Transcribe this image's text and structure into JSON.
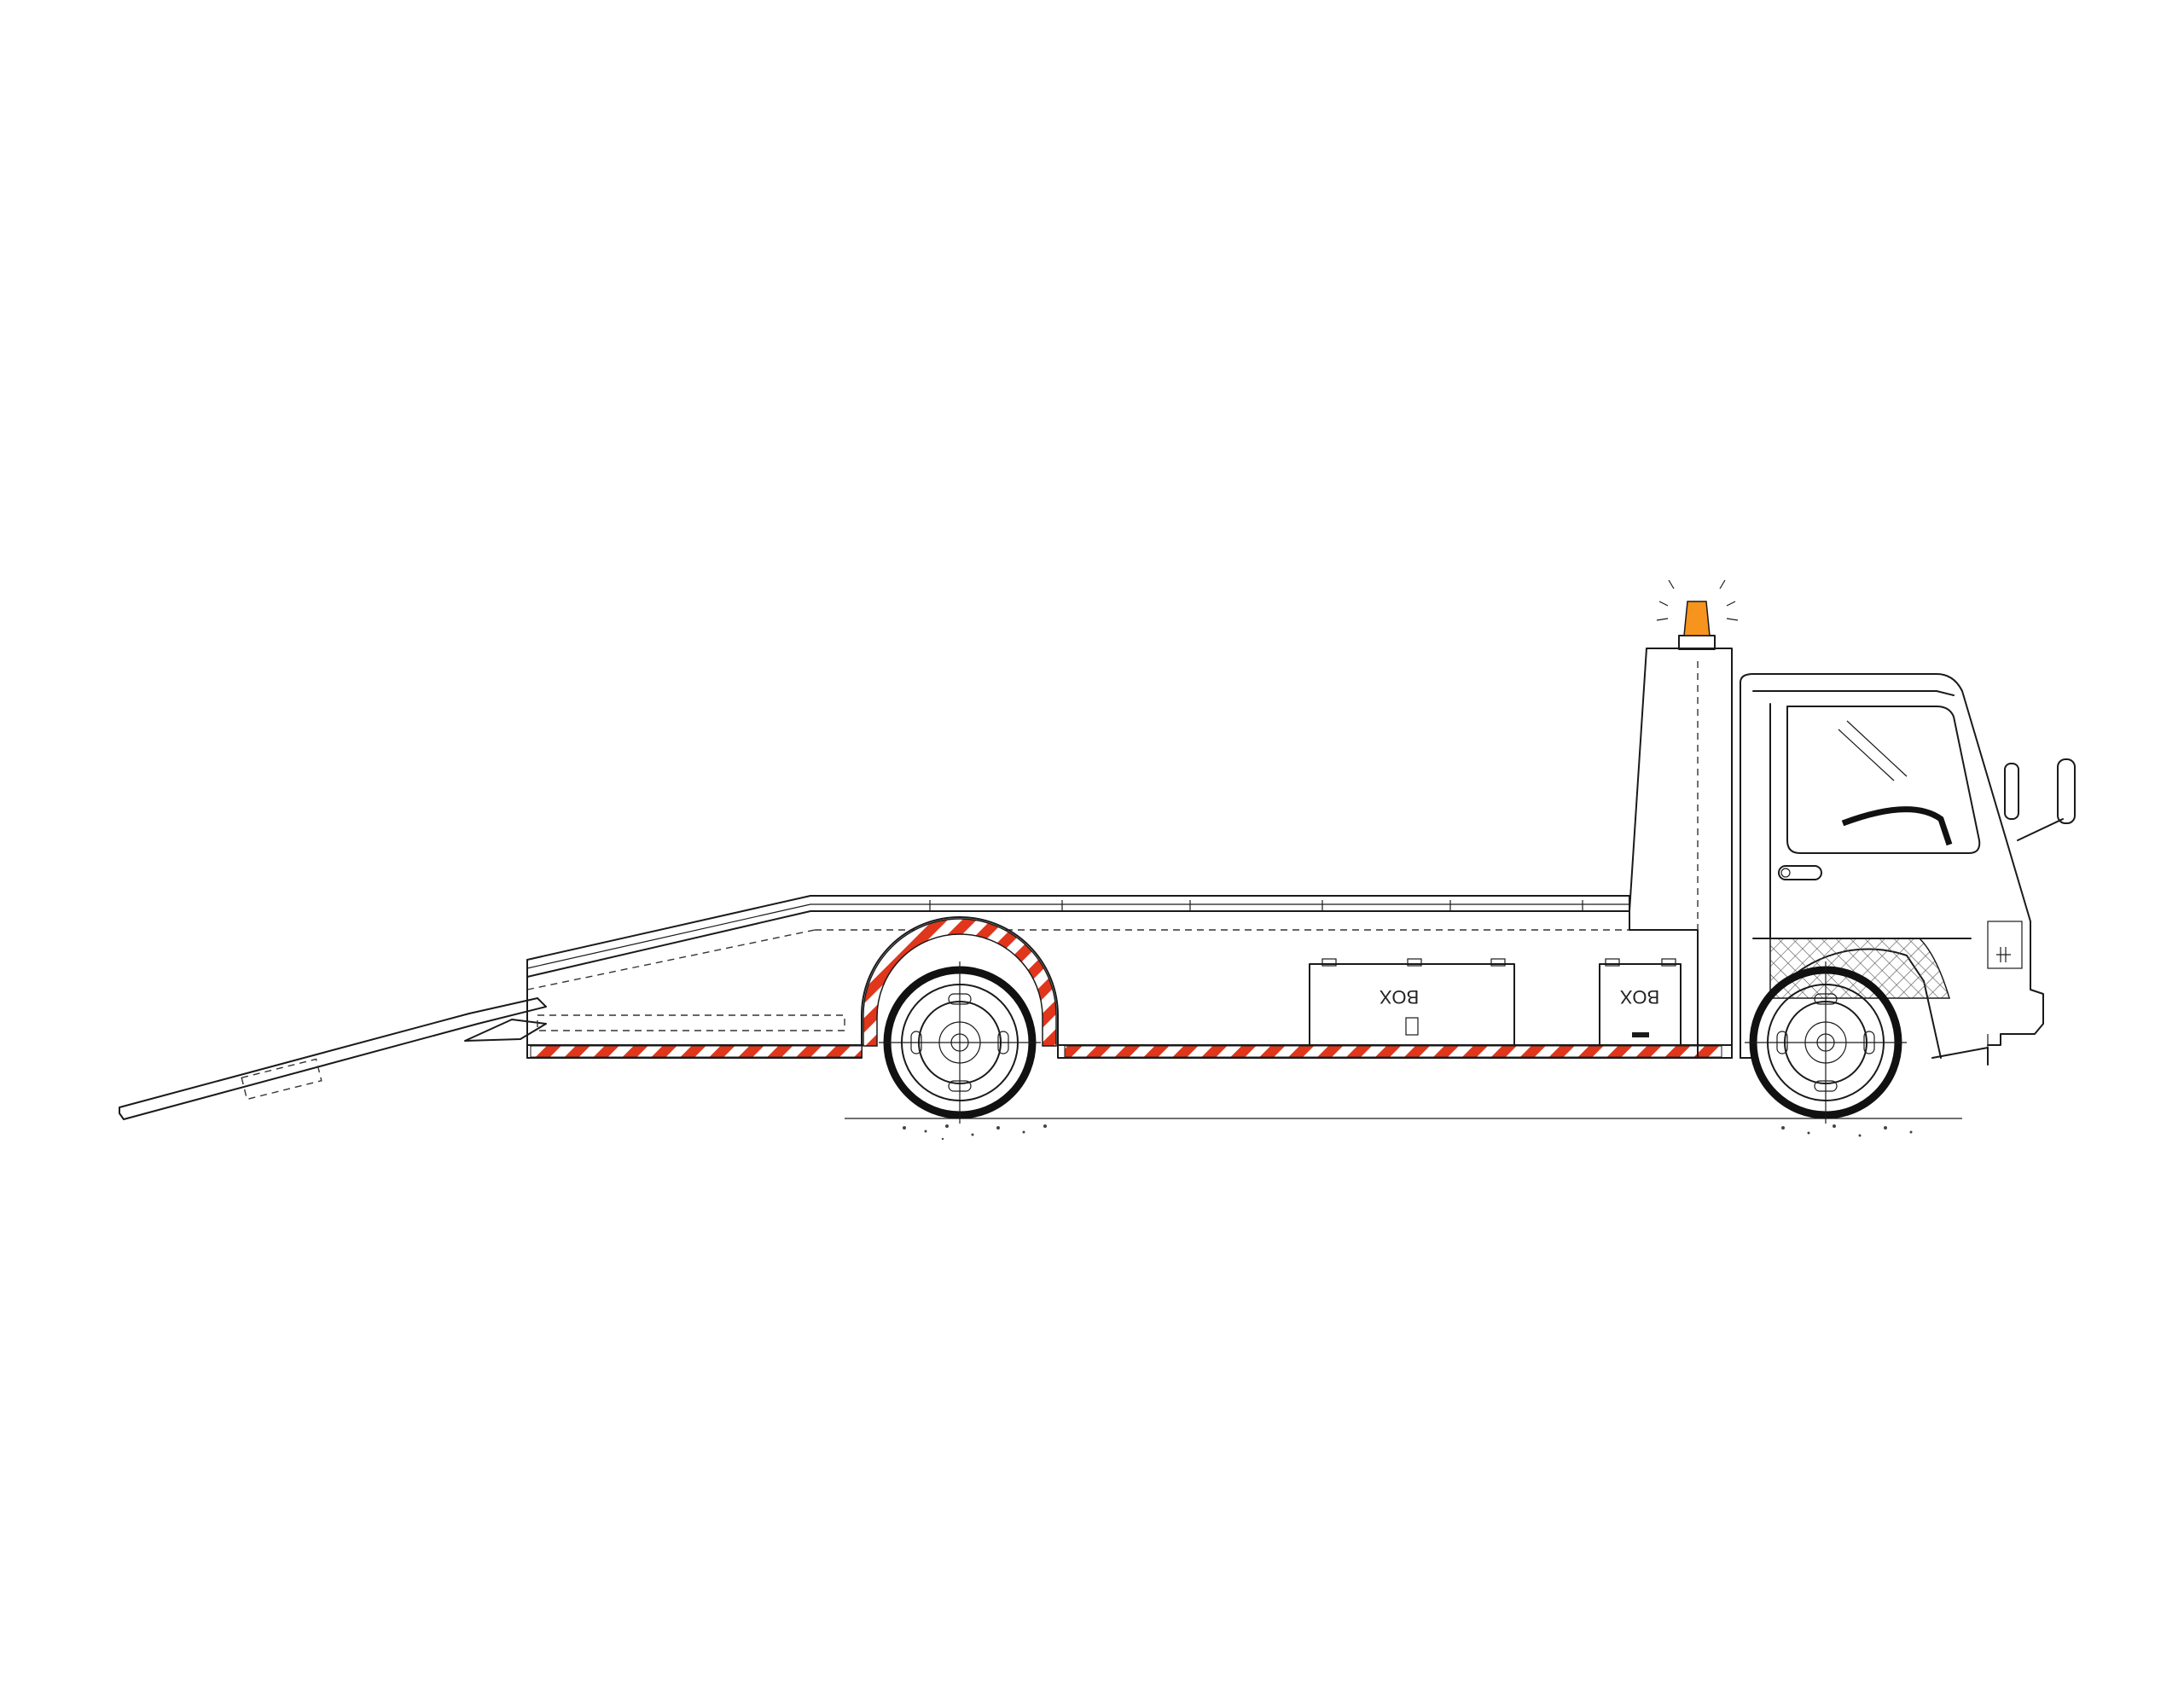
{
  "drawing": {
    "colors": {
      "stripe_red": "#e0361c",
      "beacon_orange": "#f7941d",
      "line": "#1a1a1a",
      "background": "#ffffff"
    },
    "icons": [
      "beacon-light-icon",
      "wheel-icon",
      "side-mirror-icon",
      "door-handle-icon",
      "hazard-stripe"
    ],
    "boxes": [
      {
        "label": "BOX"
      },
      {
        "label": "BOX"
      }
    ]
  }
}
